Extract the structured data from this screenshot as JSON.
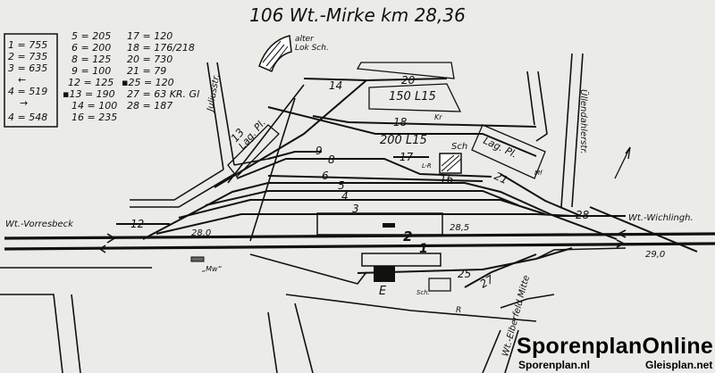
{
  "title": "106 Wt.-Mirke km 28,36",
  "legend_box": [
    "1 = 755",
    "2 = 735",
    "3 = 635",
    "←",
    "4 = 519",
    "→",
    "4 = 548"
  ],
  "legend_col2": [
    "5 = 205",
    "6 = 200",
    "8 = 125",
    "9 = 100",
    "12 = 125",
    "▪13 = 190",
    "14 = 100",
    "16 = 235"
  ],
  "legend_col3": [
    "17 = 120",
    "18 = 176/218",
    "20 = 730",
    "21 = 79",
    "▪25 = 120",
    "27 = 63 KR. Gl",
    "28 = 187"
  ],
  "tracks": {
    "t1": "1",
    "t2": "2",
    "t3": "3",
    "t4": "4",
    "t5": "5",
    "t6": "6",
    "t8": "8",
    "t9": "9",
    "t12": "12",
    "t13": "13",
    "t14": "14",
    "t16": "16",
    "t17": "17",
    "t18": "18",
    "t20": "20",
    "t21": "21",
    "t25": "25",
    "t27": "27",
    "t28": "28"
  },
  "labels": {
    "old_shed": [
      "alter",
      "Lok Sch."
    ],
    "juliusstr": "Juliusstr.",
    "uellendahler": "Üllendahlerstr.",
    "vorresbeck": "Wt.-Vorresbeck",
    "wichlingh": "Wt.-Wichlingh.",
    "elberfeld": "Wt.-Elberfeld Mitte",
    "area150": "150 L15",
    "area200": "200 L15",
    "sch_top": "Sch",
    "kr": "Kr",
    "lagpl_left": "Lag. Pl.",
    "lagpl_right": "Lag. Pl.",
    "lr": "L-R",
    "mf": "Mf",
    "mw": "„Mw“",
    "e": "E",
    "sch_bottom": "Sch.",
    "r": "R",
    "km280": "28,0",
    "km285": "28,5",
    "km290": "29,0"
  },
  "brand": {
    "main": "SporenplanOnline",
    "left": "Sporenplan.nl",
    "right": "Gleisplan.net"
  }
}
